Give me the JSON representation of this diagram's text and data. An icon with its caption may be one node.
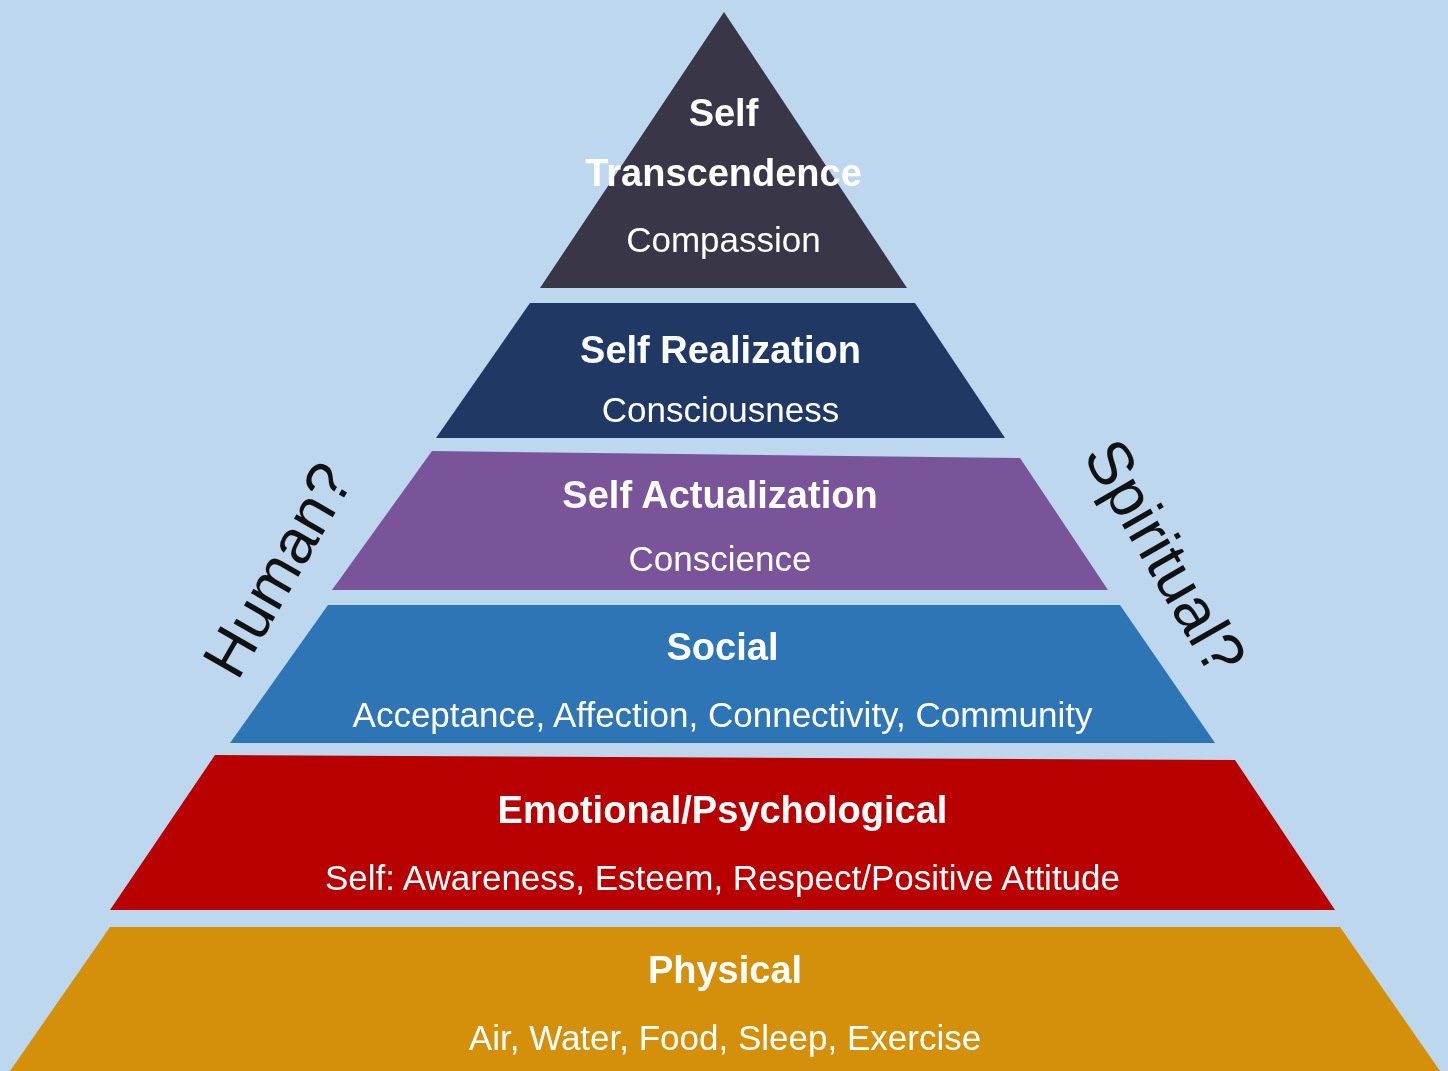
{
  "diagram": {
    "nodes": [
      {
        "text": [
          "Self Transcendence",
          "Compassion"
        ]
      },
      {
        "text": [
          "Self Realization",
          "Consciousness"
        ]
      },
      {
        "text": [
          "Self Actualization",
          "Conscience"
        ]
      },
      {
        "text": [
          "Social",
          "Acceptance, Affection, Connectivity, Community"
        ]
      },
      {
        "text": [
          "Emotional/Psychological",
          "Self: Awareness, Esteem, Respect/Positive Attitude"
        ]
      },
      {
        "text": [
          "Physical",
          "Air, Water, Food, Sleep, Exercise"
        ]
      }
    ],
    "labels": [
      "Human?",
      "Spiritual?"
    ]
  }
}
